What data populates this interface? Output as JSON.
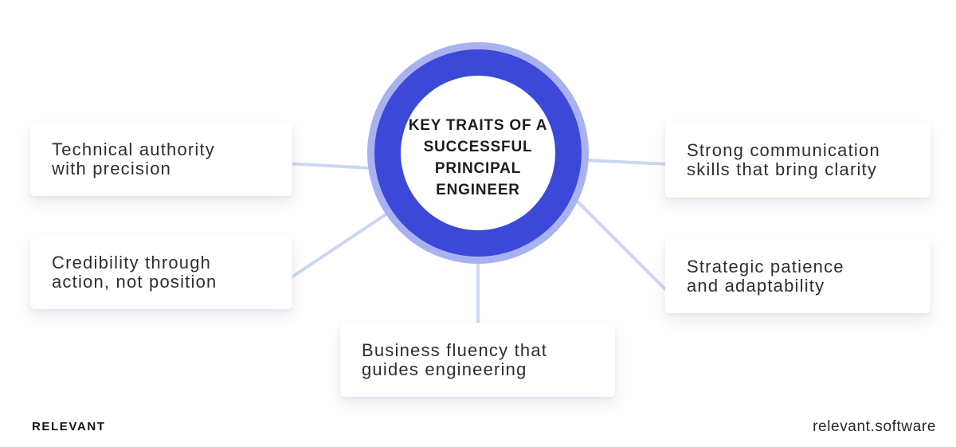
{
  "center": {
    "title_lines": {
      "0": "KEY TRAITS OF A",
      "1": "SUCCESSFUL",
      "2": "PRINCIPAL",
      "3": "ENGINEER"
    }
  },
  "traits": [
    {
      "id": "technical-authority",
      "line1": "Technical authority",
      "line2": "with precision"
    },
    {
      "id": "credibility",
      "line1": "Credibility through",
      "line2": "action, not position"
    },
    {
      "id": "communication",
      "line1": "Strong communication",
      "line2": "skills that bring clarity"
    },
    {
      "id": "strategic-patience",
      "line1": "Strategic patience",
      "line2": "and adaptability"
    },
    {
      "id": "business-fluency",
      "line1": "Business fluency that",
      "line2": "guides engineering"
    }
  ],
  "colors": {
    "hub_outer_ring": "#a8b2f0",
    "hub_inner_ring": "#3b48d8",
    "hub_fill": "#ffffff",
    "connector": "#cbd6f3",
    "box_background": "#ffffff",
    "text": "#2e2e30"
  },
  "footer": {
    "logo": "RELEVANT",
    "website": "relevant.software"
  }
}
